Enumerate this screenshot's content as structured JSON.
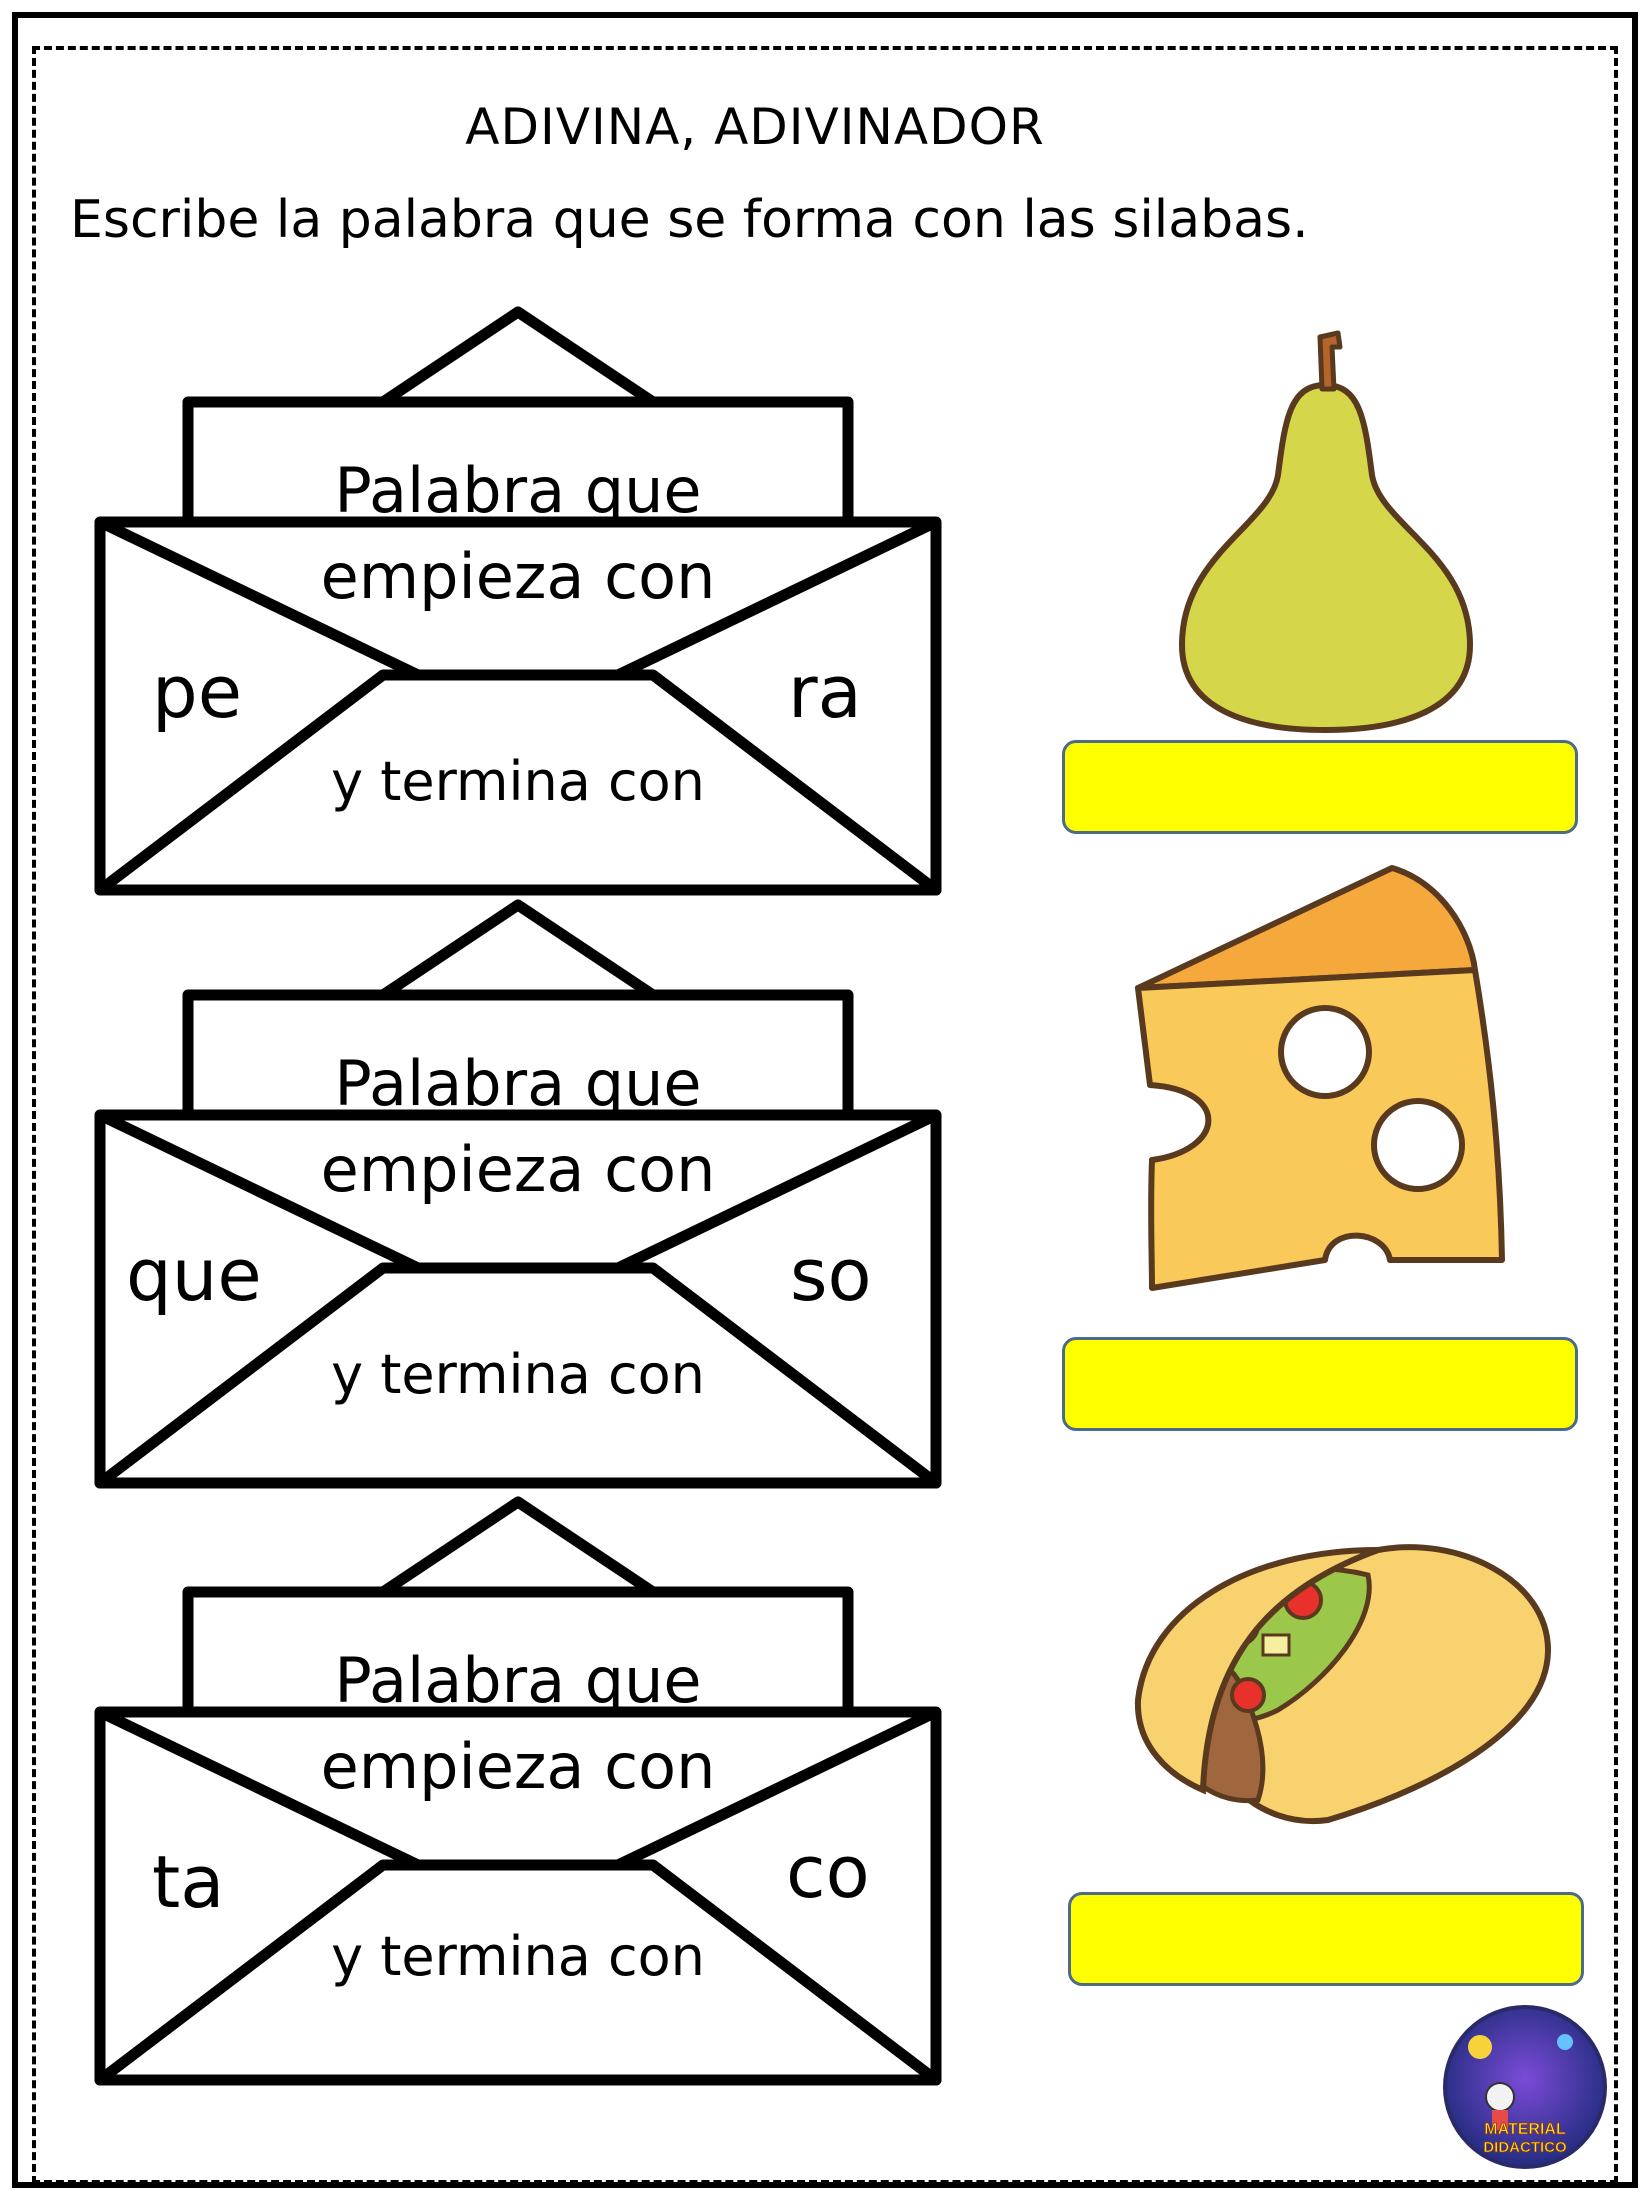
{
  "worksheet": {
    "title": "ADIVINA, ADIVINADOR",
    "instruction": "Escribe la palabra que se forma con las silabas."
  },
  "cards": [
    {
      "letter_line1": "Palabra que",
      "letter_line2": "empieza con",
      "start_syllable": "pe",
      "end_syllable": "ra",
      "ends_label": "y termina con",
      "picture_icon": "pear-icon",
      "answer": ""
    },
    {
      "letter_line1": "Palabra que",
      "letter_line2": "empieza con",
      "start_syllable": "que",
      "end_syllable": "so",
      "ends_label": "y termina con",
      "picture_icon": "cheese-icon",
      "answer": ""
    },
    {
      "letter_line1": "Palabra que",
      "letter_line2": "empieza con",
      "start_syllable": "ta",
      "end_syllable": "co",
      "ends_label": "y termina con",
      "picture_icon": "taco-icon",
      "answer": ""
    }
  ],
  "logo": {
    "text_line1": "MATERIAL",
    "text_line2": "DIDACTICO"
  },
  "colors": {
    "answer_box": "#ffff00",
    "answer_border": "#4a6b8a",
    "pear": "#d6d64a",
    "cheese": "#f9c95a",
    "cheese_top": "#f5a83c",
    "taco_shell": "#f9d270"
  }
}
